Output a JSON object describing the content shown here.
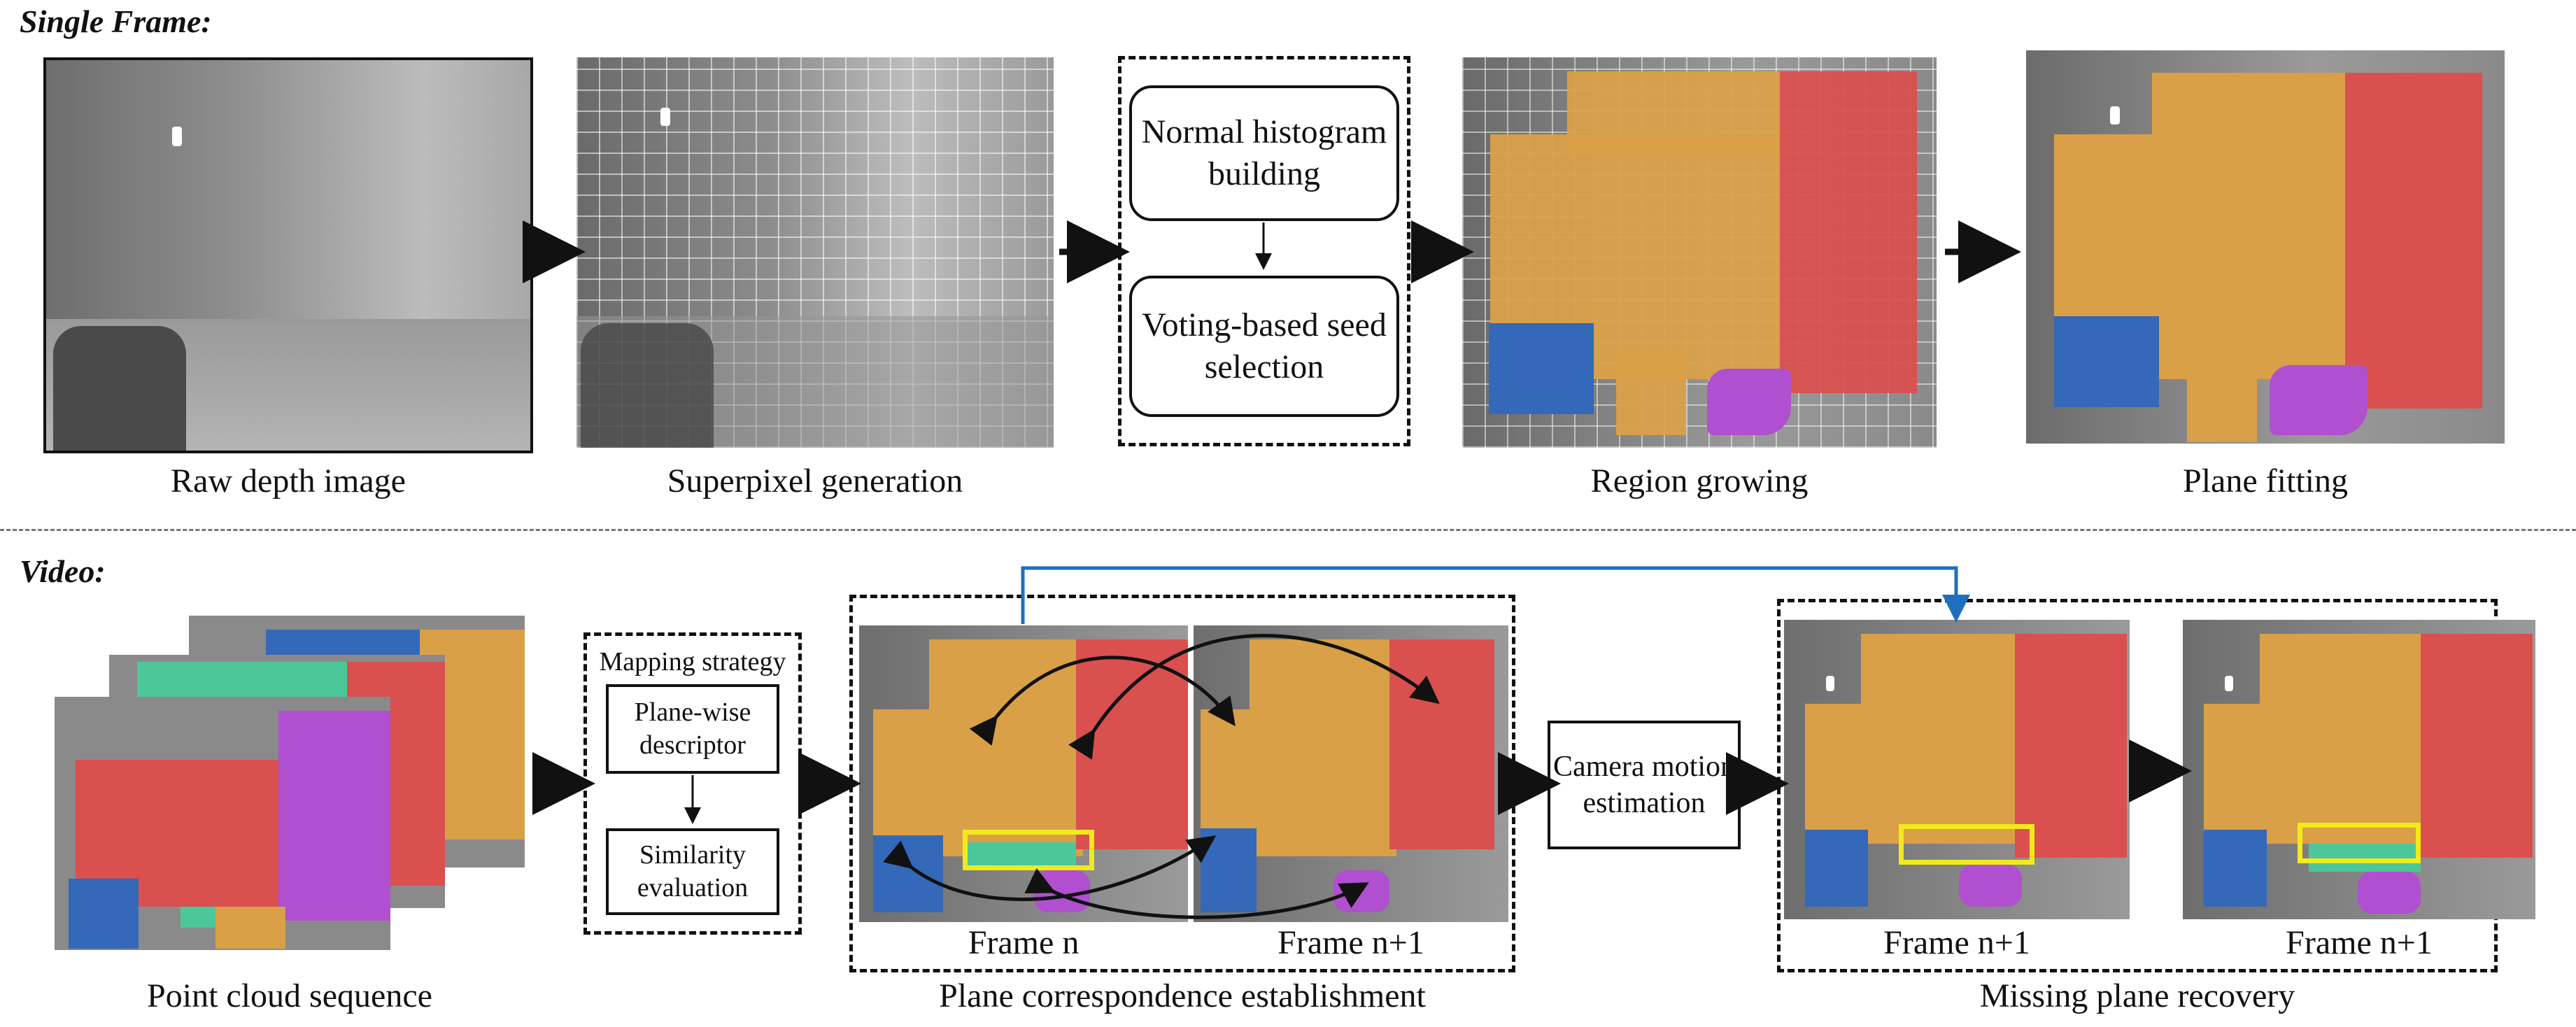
{
  "sections": {
    "single_frame": "Single Frame:",
    "video": "Video:"
  },
  "single_frame": {
    "captions": {
      "raw": "Raw depth image",
      "superpixel": "Superpixel generation",
      "region": "Region growing",
      "plane": "Plane fitting"
    },
    "box_normal": "Normal histogram building",
    "box_voting": "Voting-based seed selection"
  },
  "video": {
    "captions": {
      "point_cloud": "Point cloud sequence",
      "correspondence": "Plane correspondence establishment",
      "recovery": "Missing plane recovery"
    },
    "mapping_title": "Mapping strategy",
    "box_descriptor": "Plane-wise descriptor",
    "box_similarity": "Similarity evaluation",
    "box_camera": "Camera motion estimation",
    "frame_n": "Frame n",
    "frame_n1": "Frame n+1",
    "frame_n1_a": "Frame n+1",
    "frame_n1_b": "Frame n+1"
  },
  "colors": {
    "orange": "#d9a048",
    "red": "#d9504f",
    "blue": "#3468b8",
    "purple": "#b04fcf",
    "green": "#4cc79a",
    "yellow": "#f2ea1b",
    "arrow_blue": "#1f6fbf"
  }
}
